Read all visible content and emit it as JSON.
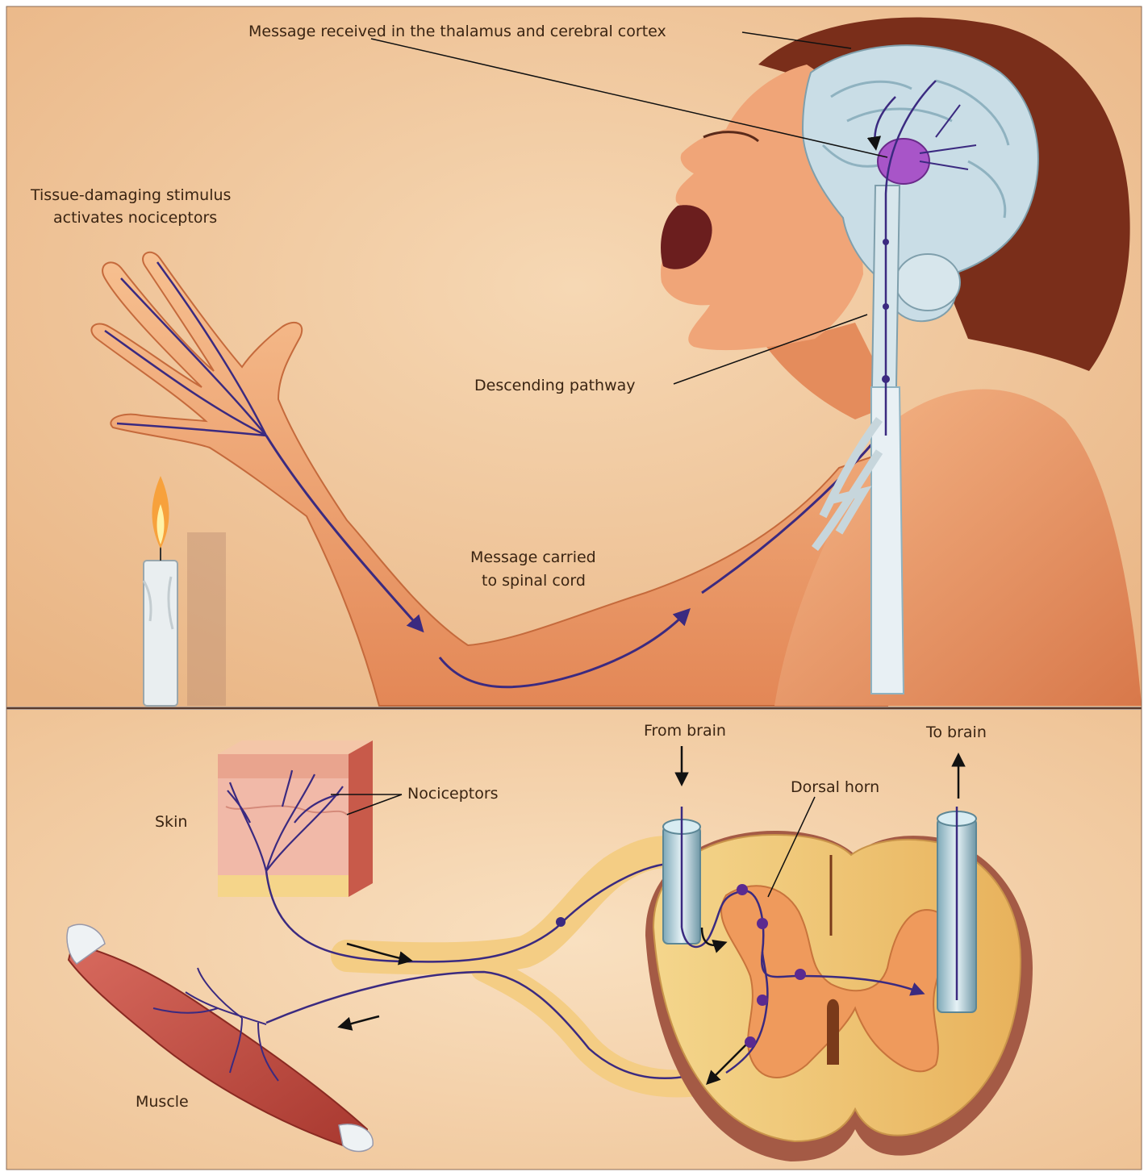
{
  "labels": {
    "thalamus": "Message received in the thalamus and cerebral cortex",
    "stimulus_line1": "Tissue-damaging stimulus",
    "stimulus_line2": "activates nociceptors",
    "descending": "Descending pathway",
    "carried_line1": "Message carried",
    "carried_line2": "to spinal cord",
    "from_brain": "From brain",
    "to_brain": "To brain",
    "dorsal_horn": "Dorsal horn",
    "nociceptors": "Nociceptors",
    "skin": "Skin",
    "muscle": "Muscle"
  },
  "colors": {
    "background_top": "#f2c79a",
    "background_bottom": "#f5d3ab",
    "skin_tone": "#e8956a",
    "hair": "#7a2e1a",
    "brain": "#c9dde6",
    "nerve": "#3b2a80",
    "thalamus": "#a855c8",
    "spinal_white": "#f8e0a0",
    "spinal_gray": "#ef9a5c",
    "muscle": "#c9534a",
    "divider": "#5a3a2a"
  }
}
